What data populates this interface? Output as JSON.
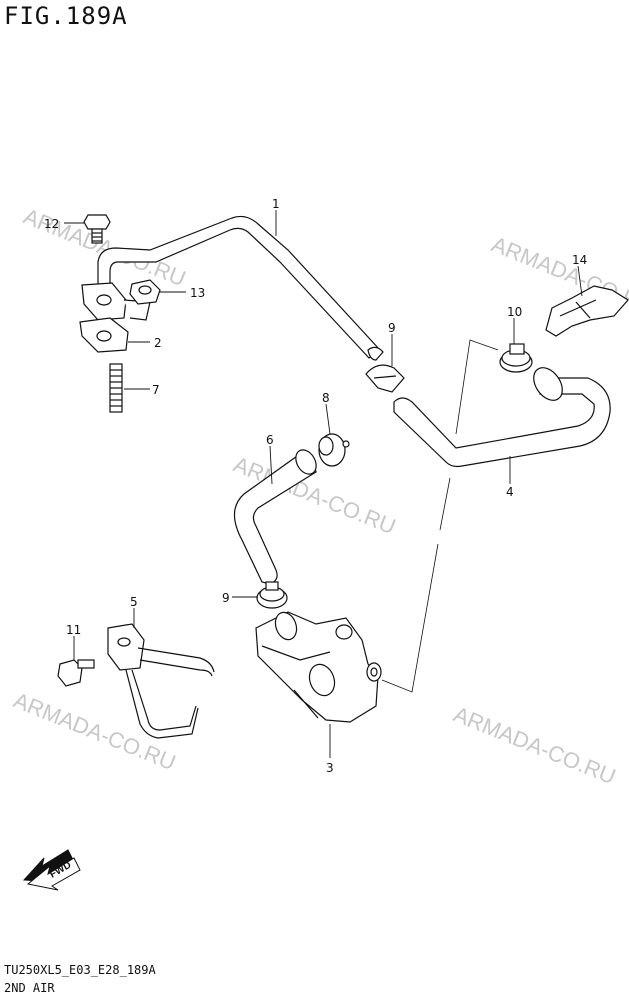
{
  "figure": {
    "title": "FIG.189A",
    "code": "TU250XL5_E03_E28_189A",
    "name": "2ND AIR"
  },
  "watermark": "ARMADA-CO.RU",
  "fwd_label": "FWD",
  "callouts": {
    "c1": "1",
    "c2": "2",
    "c3": "3",
    "c4": "4",
    "c5": "5",
    "c6": "6",
    "c7": "7",
    "c8": "8",
    "c9a": "9",
    "c9b": "9",
    "c10": "10",
    "c11": "11",
    "c12": "12",
    "c13": "13",
    "c14": "14"
  },
  "colors": {
    "line": "#111111",
    "watermark": "#9a9a9a",
    "background": "#ffffff"
  }
}
